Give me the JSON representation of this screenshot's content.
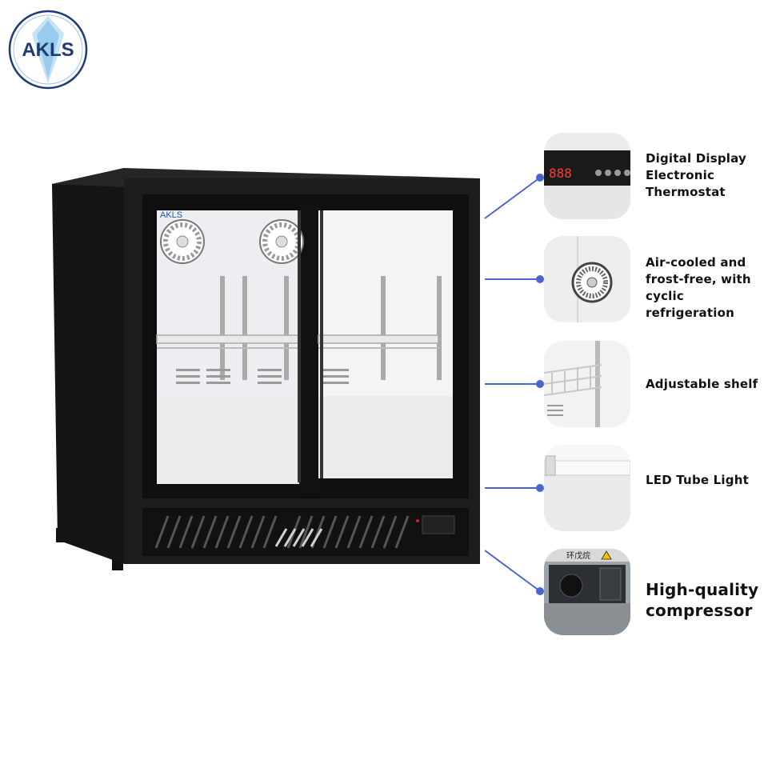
{
  "brand": {
    "logo_text": "AKLS",
    "door_badge": "AKLS",
    "colors": {
      "accent": "#4a66cc",
      "fridge_body": "#1c1c1c"
    }
  },
  "features": [
    {
      "label": "Digital Display Electronic Thermostat",
      "icon": "thermostat-display-icon",
      "display_value": "888"
    },
    {
      "label": "Air-cooled and frost-free, with cyclic refrigeration",
      "icon": "fan-icon"
    },
    {
      "label": "Adjustable shelf",
      "icon": "wire-shelf-icon"
    },
    {
      "label": "LED Tube Light",
      "icon": "led-tube-icon"
    },
    {
      "label": "High-quality compressor",
      "icon": "compressor-icon",
      "sticker": "环戊烷"
    }
  ]
}
